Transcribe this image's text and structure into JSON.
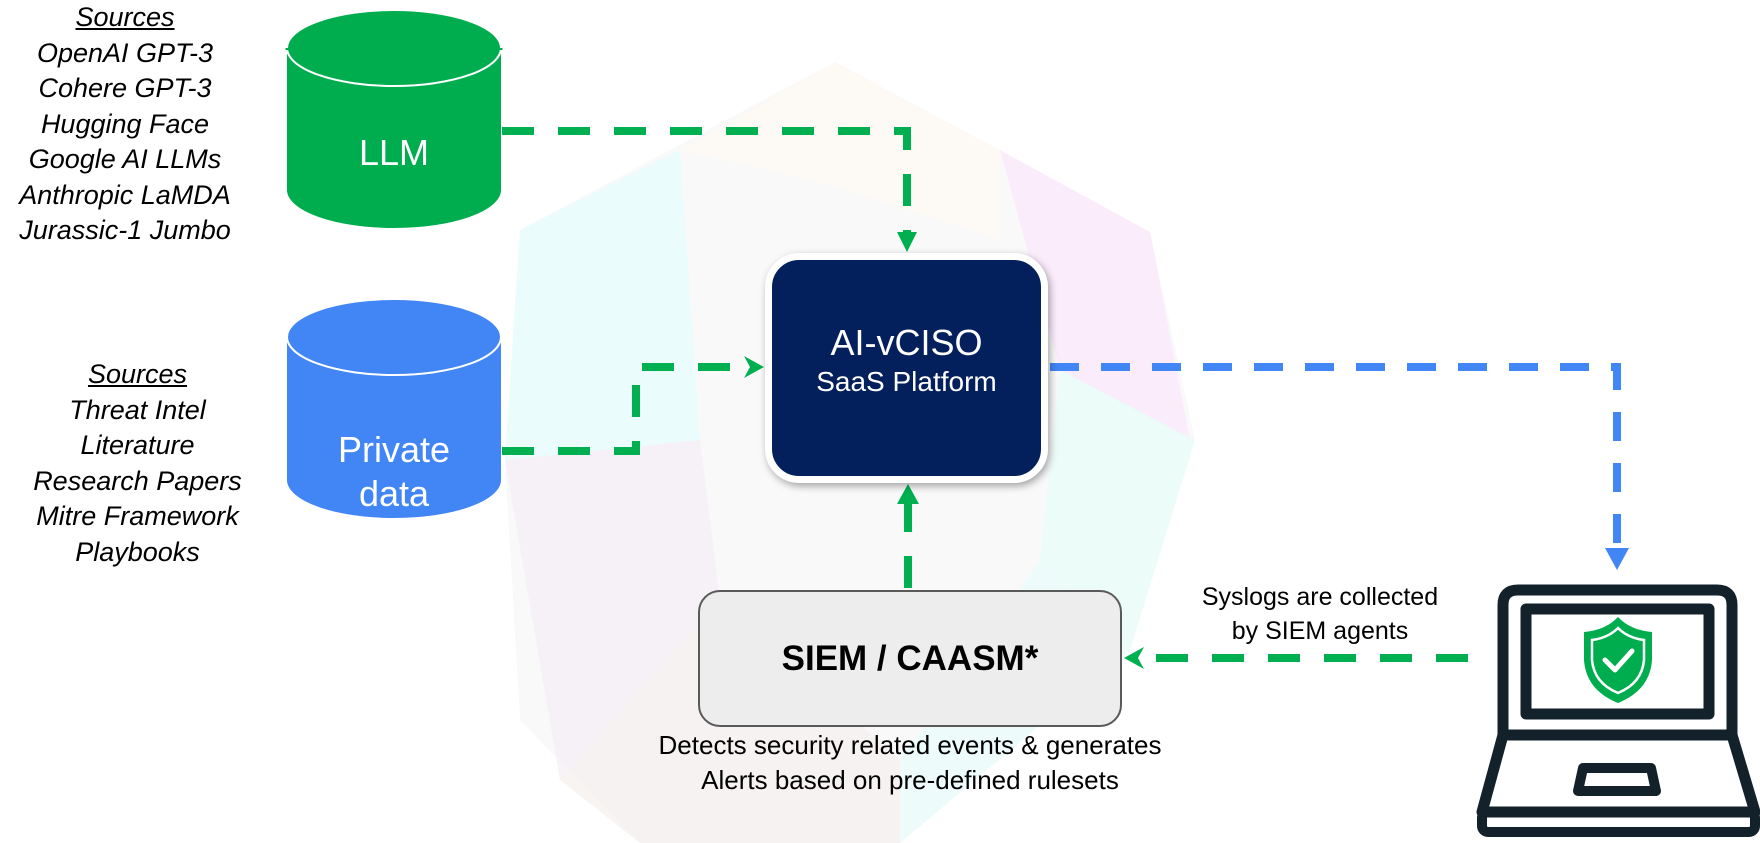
{
  "colors": {
    "llm_green": "#00ad4e",
    "private_blue": "#4285f4",
    "platform_navy": "#03205c",
    "flow_green": "#00b050",
    "flow_blue": "#4285f4",
    "siem_fill": "#ededed",
    "laptop_dark": "#13212b"
  },
  "llm_sources": {
    "header": "Sources",
    "items": [
      "OpenAI GPT-3",
      "Cohere GPT-3",
      "Hugging Face",
      "Google AI LLMs",
      "Anthropic LaMDA",
      "Jurassic-1 Jumbo"
    ]
  },
  "private_sources": {
    "header": "Sources",
    "items": [
      "Threat Intel",
      "Literature",
      "Research Papers",
      "Mitre Framework",
      "Playbooks"
    ]
  },
  "nodes": {
    "llm": {
      "label": "LLM",
      "icon": "database-cylinder-icon"
    },
    "private_data": {
      "label_line1": "Private",
      "label_line2": "data",
      "icon": "database-cylinder-icon"
    },
    "platform": {
      "title": "AI-vCISO",
      "subtitle": "SaaS Platform"
    },
    "siem": {
      "title": "SIEM / CAASM*",
      "description_line1": "Detects security related events & generates",
      "description_line2": "Alerts based on pre-defined rulesets"
    },
    "endpoint": {
      "icon": "laptop-shield-check-icon"
    }
  },
  "edges": [
    {
      "from": "llm",
      "to": "platform",
      "style": "dashed",
      "color": "green"
    },
    {
      "from": "private_data",
      "to": "platform",
      "style": "dashed",
      "color": "green"
    },
    {
      "from": "platform",
      "to": "endpoint",
      "style": "dashed",
      "color": "blue"
    },
    {
      "from": "endpoint",
      "to": "siem",
      "style": "dashed",
      "color": "green",
      "label_line1": "Syslogs are collected",
      "label_line2": "by SIEM agents"
    },
    {
      "from": "siem",
      "to": "platform",
      "style": "dashed",
      "color": "green"
    }
  ]
}
